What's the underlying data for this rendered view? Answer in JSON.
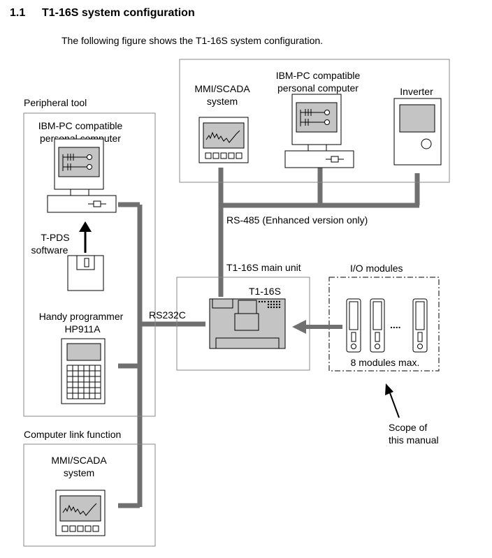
{
  "section": {
    "number": "1.1",
    "title": "T1-16S system configuration",
    "intro": "The following figure shows the T1-16S system configuration."
  },
  "labels": {
    "peripheral_tool": "Peripheral tool",
    "pc_left_line1": "IBM-PC compatible",
    "pc_left_line2": "personal computer",
    "tpds_line1": "T-PDS",
    "tpds_line2": "software",
    "handy_line1": "Handy programmer",
    "handy_line2": "HP911A",
    "computer_link": "Computer link function",
    "mmi_bottom_line1": "MMI/SCADA",
    "mmi_bottom_line2": "system",
    "mmi_top_line1": "MMI/SCADA",
    "mmi_top_line2": "system",
    "pc_top_line1": "IBM-PC compatible",
    "pc_top_line2": "personal computer",
    "inverter": "Inverter",
    "rs485": "RS-485 (Enhanced version only)",
    "main_unit": "T1-16S main unit",
    "t1_16s": "T1-16S",
    "rs232c": "RS232C",
    "io_modules": "I/O modules",
    "ellipsis": "....",
    "modules_max": "8 modules max.",
    "scope_line1": "Scope of",
    "scope_line2": "this manual"
  }
}
